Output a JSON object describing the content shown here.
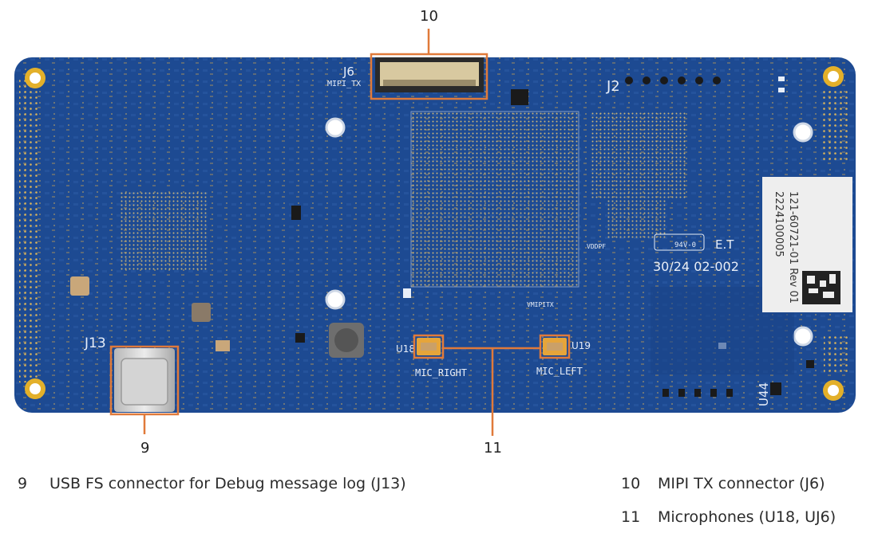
{
  "colors": {
    "pcb": "#1d4a92",
    "pcb_dark": "#163a78",
    "pad_gold": "#d9b35a",
    "callout": "#e07a3a",
    "silk": "#e8eef8"
  },
  "callouts": [
    {
      "number": "9",
      "target": "USB FS connector (J13)"
    },
    {
      "number": "10",
      "target": "MIPI TX connector (J6)"
    },
    {
      "number": "11",
      "target": "Microphones (U18, UJ6)"
    }
  ],
  "board": {
    "silkscreen": {
      "j6": "J6",
      "mipi_tx": "MIPI_TX",
      "j2": "J2",
      "j13": "J13",
      "u18": "U18",
      "u19": "U19",
      "mic_right": "MIC_RIGHT",
      "mic_left": "MIC_LEFT",
      "et": "E.T",
      "date_code": "30/24 02-002",
      "u44": "U44",
      "ul_mark": "94V-0",
      "vddpf": "VDDPF",
      "vmipitx": "VMIPITX"
    },
    "label_sticker": {
      "line1": "121-60721-01 Rev 01",
      "line2": "2224100005"
    }
  },
  "legend": [
    {
      "number": "9",
      "text": "USB FS connector for Debug message log (J13)"
    },
    {
      "number": "10",
      "text": "MIPI TX connector (J6)"
    },
    {
      "number": "11",
      "text": "Microphones (U18, UJ6)"
    }
  ]
}
